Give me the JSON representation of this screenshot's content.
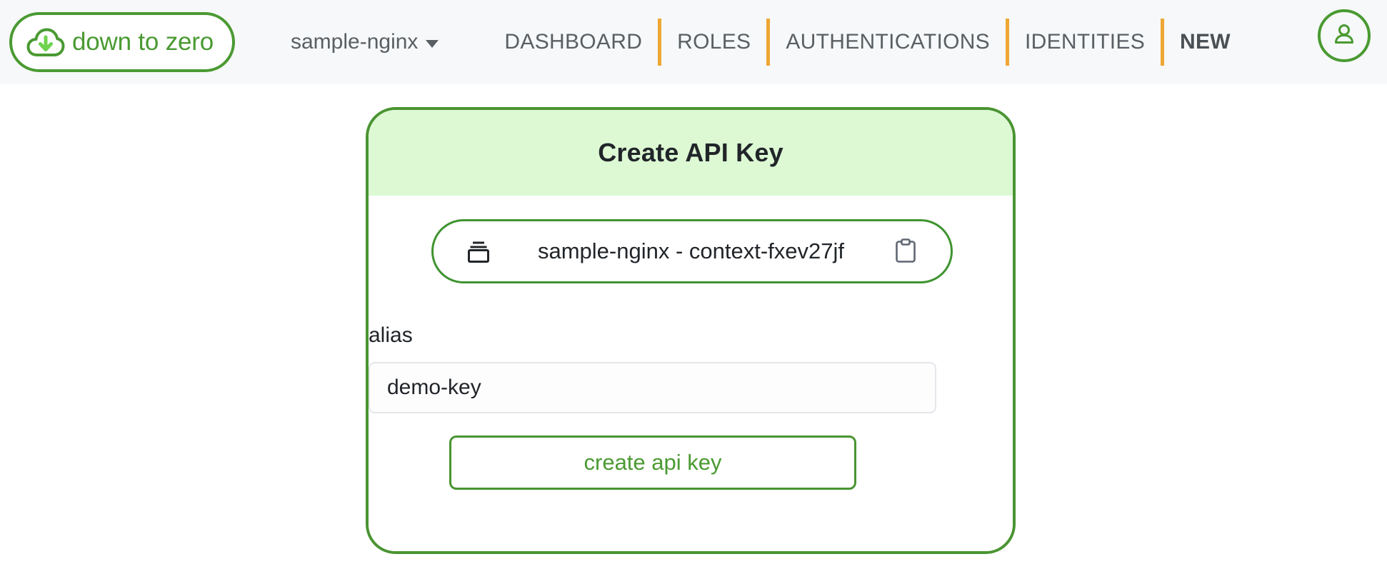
{
  "brand": {
    "text": "down to zero",
    "icon": "cloud-download-icon",
    "border_color": "#4a9a32",
    "text_color": "#4a9a32"
  },
  "navbar": {
    "background": "#f6f8f9",
    "divider_color": "#eea733",
    "project_selector": {
      "label": "sample-nginx",
      "caret_icon": "chevron-down-icon"
    },
    "links": [
      {
        "label": "DASHBOARD",
        "active": false
      },
      {
        "label": "ROLES",
        "active": false
      },
      {
        "label": "AUTHENTICATIONS",
        "active": false
      },
      {
        "label": "IDENTITIES",
        "active": false
      },
      {
        "label": "NEW",
        "active": true
      }
    ],
    "avatar": {
      "icon": "user-icon",
      "color": "#4a9a32"
    }
  },
  "card": {
    "title": "Create API Key",
    "header_background": "#ddf9d4",
    "border_color": "#4a9432",
    "context": {
      "value": "sample-nginx - context-fxev27jf",
      "left_icon": "stack-icon",
      "copy_icon": "clipboard-icon",
      "border_color": "#3f9430"
    },
    "alias_field": {
      "label": "alias",
      "value": "demo-key",
      "placeholder": ""
    },
    "submit": {
      "label": "create api key",
      "color": "#4a9a32"
    }
  }
}
